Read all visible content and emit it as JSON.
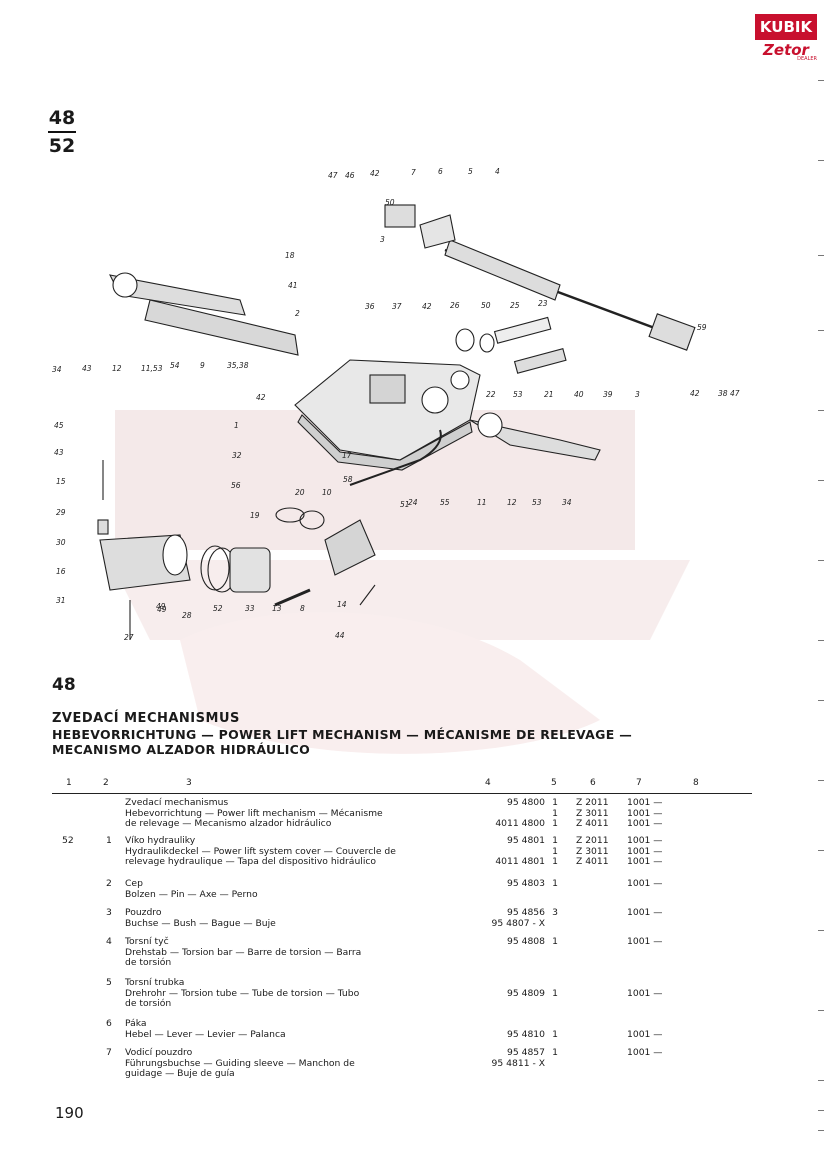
{
  "logo": {
    "top": "KUBIK",
    "bottom": "Zetor",
    "sub": "DEALER"
  },
  "plate": {
    "top": "48",
    "bottom": "52"
  },
  "diagram_labels": [
    "47",
    "46",
    "42",
    "50",
    "7",
    "6",
    "5",
    "4",
    "3",
    "18",
    "41",
    "2",
    "36",
    "37",
    "42",
    "26",
    "50",
    "25",
    "23",
    "59",
    "34",
    "43",
    "12",
    "11,53",
    "54",
    "9",
    "35,38",
    "42",
    "1",
    "32",
    "56",
    "22",
    "53",
    "21",
    "40",
    "39",
    "3",
    "42",
    "38",
    "47",
    "45",
    "43",
    "15",
    "29",
    "30",
    "16",
    "31",
    "28",
    "52",
    "33",
    "13",
    "8",
    "14",
    "44",
    "27",
    "20",
    "10",
    "19",
    "17",
    "58",
    "51",
    "24",
    "55",
    "11",
    "12",
    "53",
    "34",
    "49",
    "49"
  ],
  "section_number": "48",
  "title_cs": "ZVEDACÍ MECHANISMUS",
  "title_multi_1": "HEBEVORRICHTUNG — POWER LIFT MECHANISM — MÉCANISME DE RELEVAGE —",
  "title_multi_2": "MECANISMO ALZADOR HIDRÁULICO",
  "columns": [
    "1",
    "2",
    "3",
    "4",
    "5",
    "6",
    "7",
    "8"
  ],
  "rows": [
    {
      "c1": "",
      "c2": "",
      "desc": [
        "Zvedací mechanismus",
        "Hebevorrichtung — Power lift mechanism — Mécanisme",
        "de relevage — Mecanismo alzador hidráulico"
      ],
      "c4": [
        "95 4800",
        "",
        "4011 4800"
      ],
      "c5": [
        "1",
        "1",
        "1"
      ],
      "c6": [
        "Z 2011",
        "Z 3011",
        "Z 4011"
      ],
      "c7": [
        "1001 —",
        "1001 —",
        "1001 —"
      ]
    },
    {
      "c1": "52",
      "c2": "1",
      "desc": [
        "Víko hydrauliky",
        "Hydraulikdeckel — Power lift system cover — Couvercle de",
        "relevage hydraulique — Tapa del dispositivo hidráulico"
      ],
      "c4": [
        "95 4801",
        "",
        "4011 4801"
      ],
      "c5": [
        "1",
        "1",
        "1"
      ],
      "c6": [
        "Z 2011",
        "Z 3011",
        "Z 4011"
      ],
      "c7": [
        "1001 —",
        "1001 —",
        "1001 —"
      ]
    },
    {
      "c1": "",
      "c2": "2",
      "desc": [
        "Cep",
        "Bolzen — Pin — Axe — Perno"
      ],
      "c4": [
        "95 4803"
      ],
      "c5": [
        "1"
      ],
      "c6": [
        ""
      ],
      "c7": [
        "1001 —"
      ]
    },
    {
      "c1": "",
      "c2": "3",
      "desc": [
        "Pouzdro",
        "Buchse — Bush — Bague — Buje"
      ],
      "c4": [
        "95 4856",
        "95 4807 - X"
      ],
      "c5": [
        "3",
        ""
      ],
      "c6": [
        "",
        ""
      ],
      "c7": [
        "1001 —",
        ""
      ]
    },
    {
      "c1": "",
      "c2": "4",
      "desc": [
        "Torsní tyč",
        "Drehstab — Torsion bar — Barre de torsion — Barra",
        "de torsión"
      ],
      "c4": [
        "95 4808"
      ],
      "c5": [
        "1"
      ],
      "c6": [
        ""
      ],
      "c7": [
        "1001 —"
      ]
    },
    {
      "c1": "",
      "c2": "5",
      "desc": [
        "Torsní trubka",
        "Drehrohr — Torsion tube — Tube de torsion — Tubo",
        "de torsión"
      ],
      "c4": [
        "",
        "95 4809"
      ],
      "c5": [
        "",
        "1"
      ],
      "c6": [
        "",
        ""
      ],
      "c7": [
        "",
        "1001 —"
      ]
    },
    {
      "c1": "",
      "c2": "6",
      "desc": [
        "Páka",
        "Hebel — Lever — Levier — Palanca"
      ],
      "c4": [
        "",
        "95 4810"
      ],
      "c5": [
        "",
        "1"
      ],
      "c6": [
        "",
        ""
      ],
      "c7": [
        "",
        "1001 —"
      ]
    },
    {
      "c1": "",
      "c2": "7",
      "desc": [
        "Vodicí pouzdro",
        "Führungsbuchse — Guiding sleeve — Manchon de",
        "guidage — Buje de guía"
      ],
      "c4": [
        "95 4857",
        "95 4811 - X"
      ],
      "c5": [
        "1",
        ""
      ],
      "c6": [
        "",
        ""
      ],
      "c7": [
        "1001 —",
        ""
      ]
    }
  ],
  "page_number": "190",
  "colors": {
    "brand_red": "#c8102e",
    "ink": "#1a1a1a",
    "watermark": "#f2e4e4"
  }
}
